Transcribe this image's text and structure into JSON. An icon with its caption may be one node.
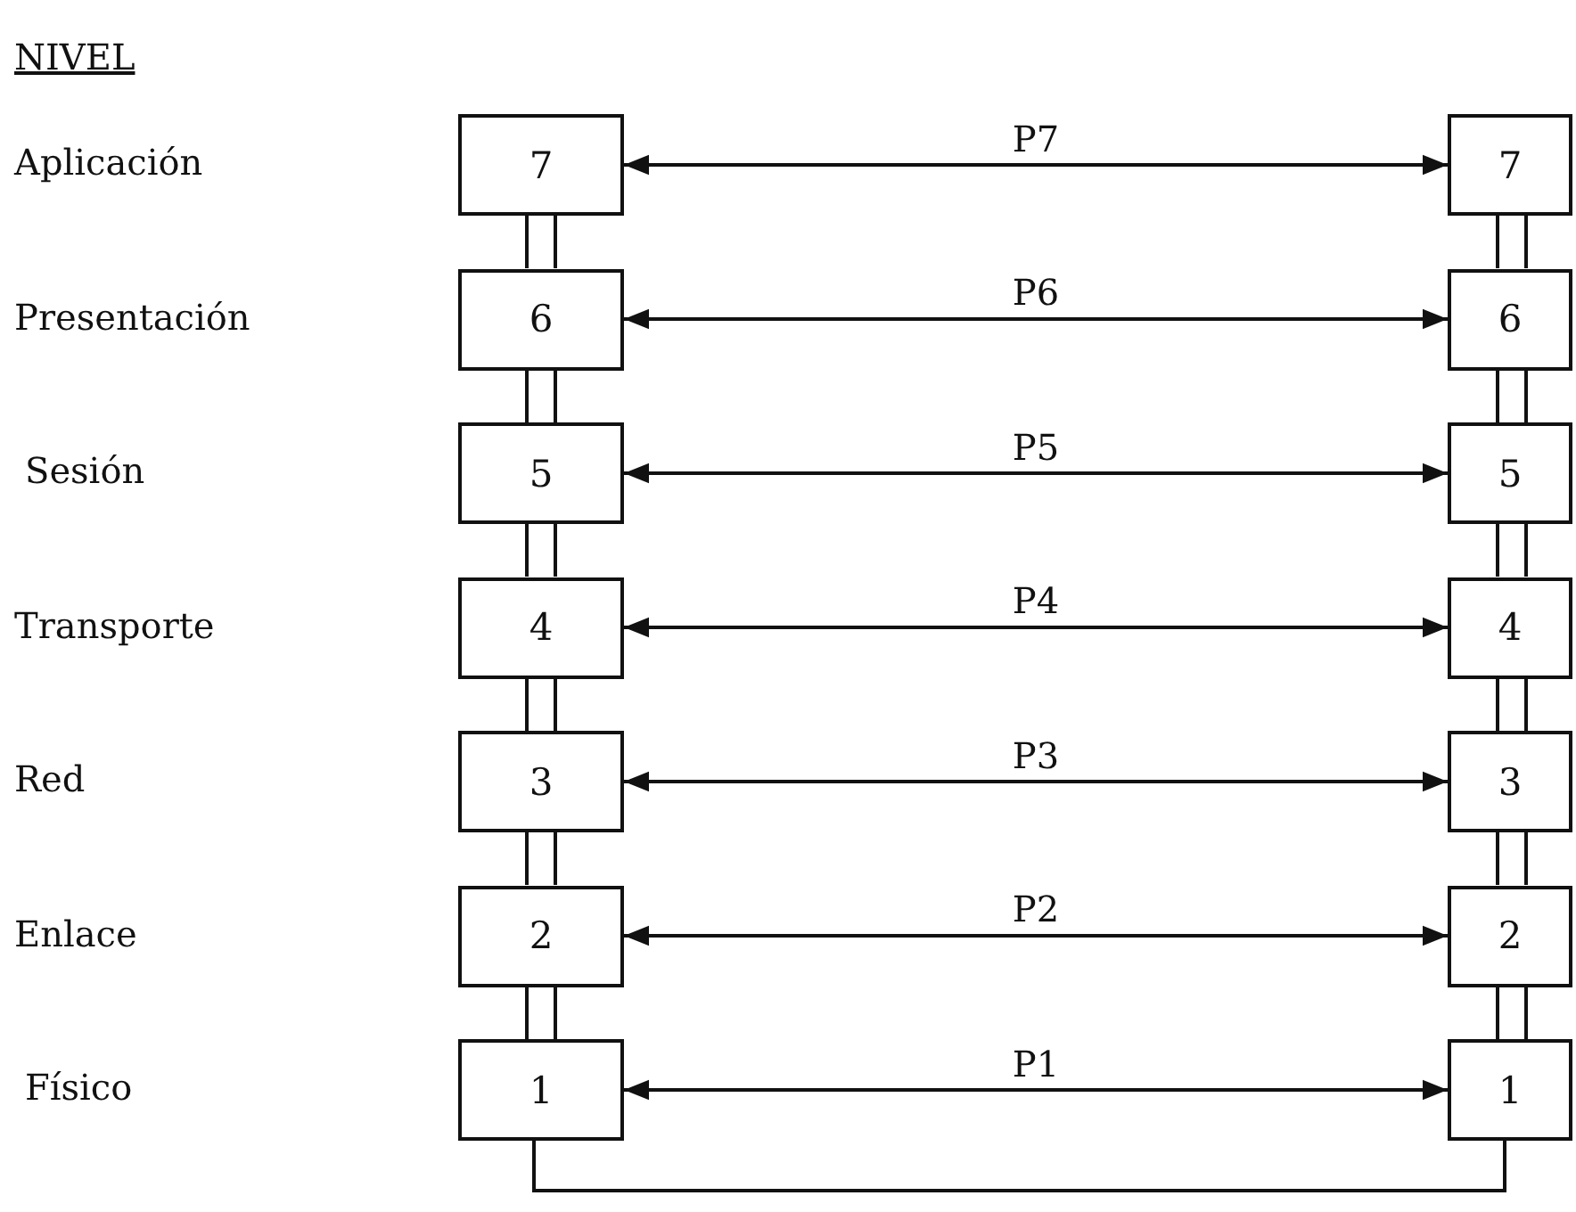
{
  "diagram": {
    "nodes": [
      {
        "text": [
          "7"
        ]
      },
      {
        "text": [
          "6"
        ]
      },
      {
        "text": [
          "5"
        ]
      },
      {
        "text": [
          "4"
        ]
      },
      {
        "text": [
          "3"
        ]
      },
      {
        "text": [
          "2"
        ]
      },
      {
        "text": [
          "1"
        ]
      },
      {
        "text": [
          "7"
        ]
      },
      {
        "text": [
          "6"
        ]
      },
      {
        "text": [
          "5"
        ]
      },
      {
        "text": [
          "4"
        ]
      },
      {
        "text": [
          "3"
        ]
      },
      {
        "text": [
          "2"
        ]
      },
      {
        "text": [
          "1"
        ]
      }
    ],
    "edges": [
      {
        "from": 0,
        "to": 7,
        "arrow": "both",
        "label": "P7"
      },
      {
        "from": 1,
        "to": 8,
        "arrow": "both",
        "label": "P6"
      },
      {
        "from": 2,
        "to": 9,
        "arrow": "both",
        "label": "P5"
      },
      {
        "from": 3,
        "to": 10,
        "arrow": "both",
        "label": "P4"
      },
      {
        "from": 4,
        "to": 11,
        "arrow": "both",
        "label": "P3"
      },
      {
        "from": 5,
        "to": 12,
        "arrow": "both",
        "label": "P2"
      },
      {
        "from": 6,
        "to": 13,
        "arrow": "both",
        "label": "P1"
      },
      {
        "from": 0,
        "to": 1,
        "arrow": "none"
      },
      {
        "from": 1,
        "to": 2,
        "arrow": "none"
      },
      {
        "from": 2,
        "to": 3,
        "arrow": "none"
      },
      {
        "from": 3,
        "to": 4,
        "arrow": "none"
      },
      {
        "from": 4,
        "to": 5,
        "arrow": "none"
      },
      {
        "from": 5,
        "to": 6,
        "arrow": "none"
      },
      {
        "from": 7,
        "to": 8,
        "arrow": "none"
      },
      {
        "from": 8,
        "to": 9,
        "arrow": "none"
      },
      {
        "from": 9,
        "to": 10,
        "arrow": "none"
      },
      {
        "from": 10,
        "to": 11,
        "arrow": "none"
      },
      {
        "from": 11,
        "to": 12,
        "arrow": "none"
      },
      {
        "from": 12,
        "to": 13,
        "arrow": "none"
      },
      {
        "from": 6,
        "to": 13,
        "arrow": "none"
      }
    ],
    "labels": [
      "NIVEL",
      "Aplicación",
      "Presentación",
      "Sesión",
      "Transporte",
      "Red",
      "Enlace",
      "Físico"
    ]
  }
}
